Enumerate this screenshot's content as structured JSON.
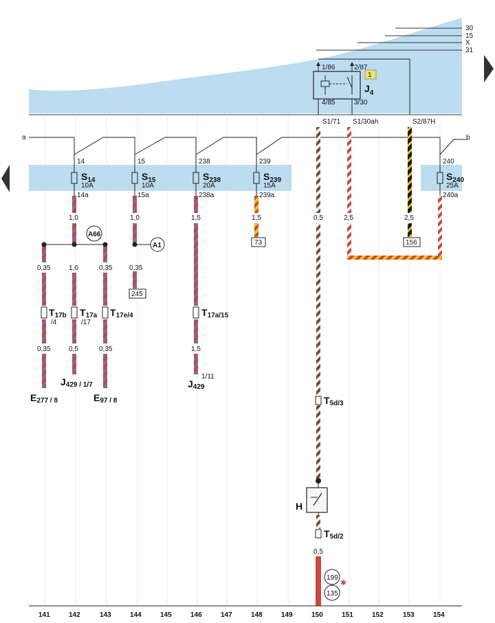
{
  "bus_lines": [
    "30",
    "15",
    "X",
    "31"
  ],
  "relay": {
    "name": "J",
    "sub": "4",
    "badge": "1",
    "pins": {
      "p86": "1/86",
      "p87": "2/87",
      "p85": "4/85",
      "p30": "3/30"
    },
    "connections": [
      "S1/71",
      "S1/30ah",
      "S2/87H"
    ]
  },
  "wire_letters": {
    "a": "a",
    "b": "b"
  },
  "fuses": [
    {
      "pin_in": "14",
      "name": "S",
      "sub": "14",
      "amps": "10A",
      "pin_out": "14a"
    },
    {
      "pin_in": "15",
      "name": "S",
      "sub": "15",
      "amps": "10A",
      "pin_out": "15a"
    },
    {
      "pin_in": "238",
      "name": "S",
      "sub": "238",
      "amps": "20A",
      "pin_out": "238a"
    },
    {
      "pin_in": "239",
      "name": "S",
      "sub": "239",
      "amps": "15A",
      "pin_out": "239a"
    },
    {
      "pin_in": "240",
      "name": "S",
      "sub": "240",
      "amps": "25A",
      "pin_out": "240a"
    }
  ],
  "gauges": {
    "s14": "1,0",
    "s15": "1,0",
    "s238": "1,5",
    "s239": "1,5",
    "s171": "0,5",
    "s130ah": "2,5",
    "s287h": "2,5",
    "left_a": "0,35",
    "center": "1,0",
    "left_b": "0,35",
    "a1": "0,35",
    "t17b_out": "0,35",
    "t17a_out": "0,5",
    "t17e_out": "0,35",
    "t17a15_out": "1,5",
    "h_out": "0,5"
  },
  "refs": {
    "r73": "73",
    "r156": "156",
    "r245": "245",
    "r199": "199",
    "r135": "135"
  },
  "nodes": {
    "a66": "A66",
    "a1": "A1"
  },
  "connectors": {
    "t17b": {
      "name": "T",
      "sub": "17b",
      "pin": "/4"
    },
    "t17a": {
      "name": "T",
      "sub": "17a",
      "pin": "/17"
    },
    "t17e": {
      "name": "T",
      "sub": "17e/4",
      "pin": ""
    },
    "t17a15": {
      "name": "T",
      "sub": "17a/15",
      "pin": ""
    },
    "t5d3": {
      "name": "T",
      "sub": "5d/3"
    },
    "t5d2": {
      "name": "T",
      "sub": "5d/2"
    }
  },
  "components": {
    "e277": {
      "name": "E",
      "sub": "277 / 8"
    },
    "j429a": {
      "name": "J",
      "sub": "429 / 1/7"
    },
    "e97": {
      "name": "E",
      "sub": "97 / 8"
    },
    "j429b": {
      "name": "J",
      "sub": "429",
      "pin": "1/11"
    },
    "horn": {
      "name": "H"
    }
  },
  "columns": [
    "141",
    "142",
    "143",
    "144",
    "145",
    "146",
    "147",
    "148",
    "149",
    "150",
    "151",
    "152",
    "153",
    "154"
  ],
  "colors": {
    "band": "#bcdcef",
    "wire_red": "#c8473e",
    "wire_blue": "#5a7ec0",
    "wire_white": "#f2f2f2",
    "wire_yellow": "#e8c619",
    "wire_black": "#1a1a1a",
    "wire_brown": "#7a4b2a",
    "wire_orange": "#e2913a",
    "badge_yellow": "#f1e36a",
    "nav_arrow": "#333333"
  }
}
